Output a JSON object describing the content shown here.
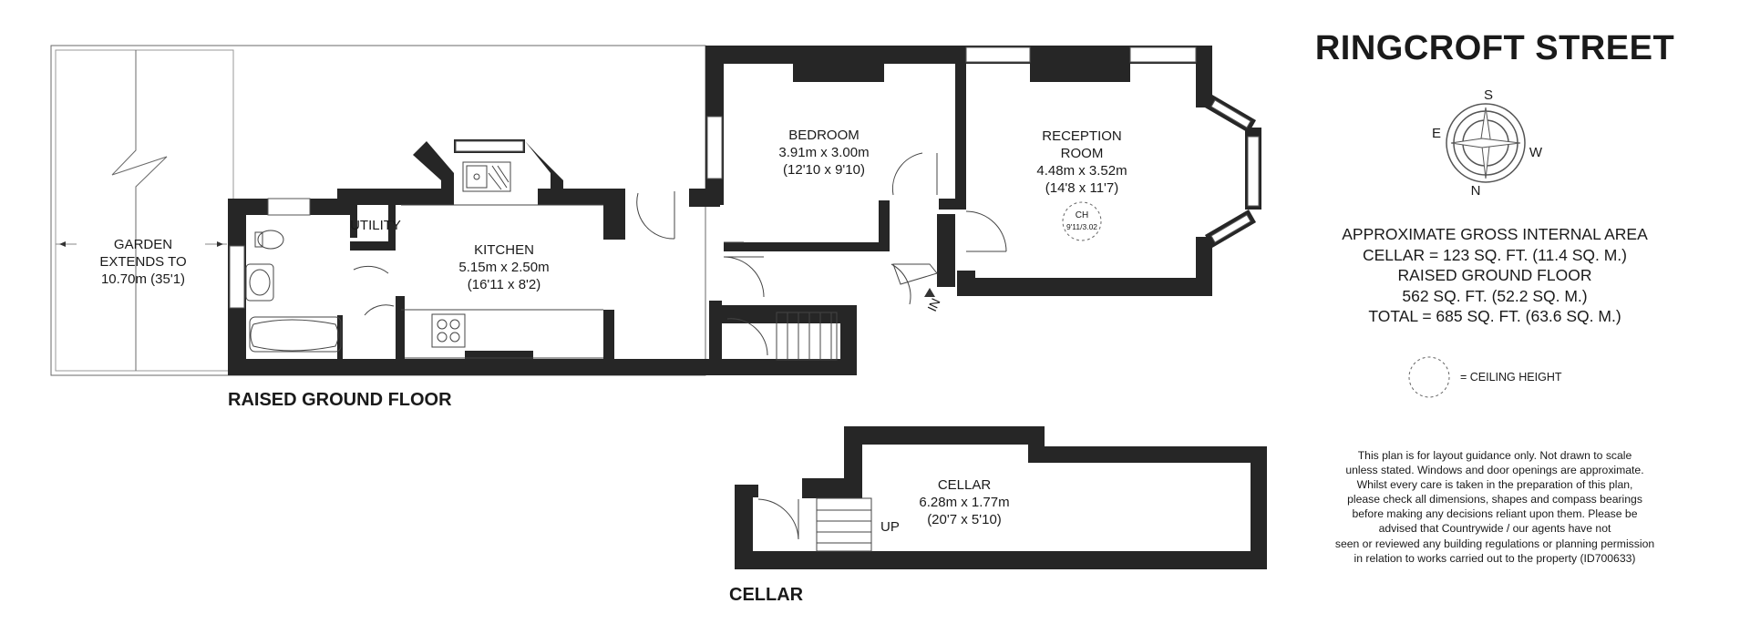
{
  "title": "RINGCROFT STREET",
  "compass": {
    "n": "N",
    "s": "S",
    "e": "E",
    "w": "W"
  },
  "area": {
    "heading": "APPROXIMATE GROSS INTERNAL AREA",
    "cellar": "CELLAR = 123 SQ. FT. (11.4 SQ. M.)",
    "raised_floor": "RAISED GROUND FLOOR",
    "raised_value": "562 SQ. FT. (52.2 SQ. M.)",
    "total": "TOTAL = 685 SQ. FT. (63.6 SQ. M.)"
  },
  "ceiling_legend": "= CEILING HEIGHT",
  "disclaimer": [
    "This plan is for layout guidance only. Not drawn to scale",
    "unless stated. Windows and door openings are approximate.",
    "Whilst every care is taken in the preparation of this plan,",
    "please check all dimensions, shapes and compass bearings",
    "before making any decisions reliant upon them. Please be",
    "advised that Countrywide / our agents have not",
    "seen or reviewed any building regulations or planning permission",
    "in relation to works carried out to the property (ID700633)"
  ],
  "floors": {
    "raised": "RAISED GROUND FLOOR",
    "cellar": "CELLAR"
  },
  "rooms": {
    "garden": {
      "name": "GARDEN",
      "line2": "EXTENDS TO",
      "line3": "10.70m (35'1)"
    },
    "utility": {
      "name": "UTILITY"
    },
    "kitchen": {
      "name": "KITCHEN",
      "metric": "5.15m x 2.50m",
      "imperial": "(16'11 x 8'2)"
    },
    "bedroom": {
      "name": "BEDROOM",
      "metric": "3.91m x 3.00m",
      "imperial": "(12'10 x 9'10)"
    },
    "reception": {
      "name": "RECEPTION",
      "line2": "ROOM",
      "metric": "4.48m x 3.52m",
      "imperial": "(14'8 x 11'7)"
    },
    "ch": {
      "label": "CH",
      "value": "9'11/3.02"
    },
    "entrance": "IN",
    "cellar": {
      "name": "CELLAR",
      "metric": "6.28m x 1.77m",
      "imperial": "(20'7 x 5'10)",
      "stairs": "UP"
    }
  }
}
